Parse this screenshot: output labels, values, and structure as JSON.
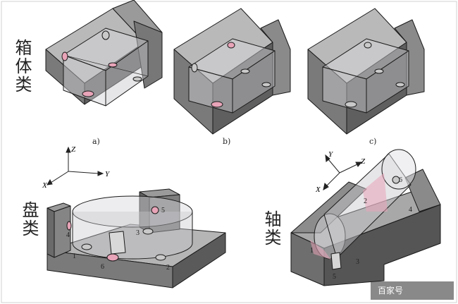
{
  "labels": {
    "box_category": "箱体类",
    "disc_category": "盘类",
    "shaft_category": "轴类"
  },
  "captions": {
    "a": "a)",
    "b": "b)",
    "c": "c)"
  },
  "axes": {
    "disc": {
      "z": "Z",
      "y": "Y",
      "x": "X"
    },
    "shaft": {
      "z": "Z",
      "y": "Y",
      "x": "X"
    }
  },
  "disc_points": {
    "p1": "1",
    "p2": "2",
    "p3": "3",
    "p4": "4",
    "p5": "5",
    "p6": "6"
  },
  "shaft_points": {
    "p1": "1",
    "p2": "2",
    "p3": "3",
    "p4": "4",
    "p5": "5",
    "p6": "6"
  },
  "watermark": "百家号",
  "colors": {
    "block": "#8e8e8e",
    "block_dark": "#5f5f5f",
    "block_light": "#c4c4c4",
    "outline": "#1a1a1a",
    "contact": "#e8a4b8"
  }
}
